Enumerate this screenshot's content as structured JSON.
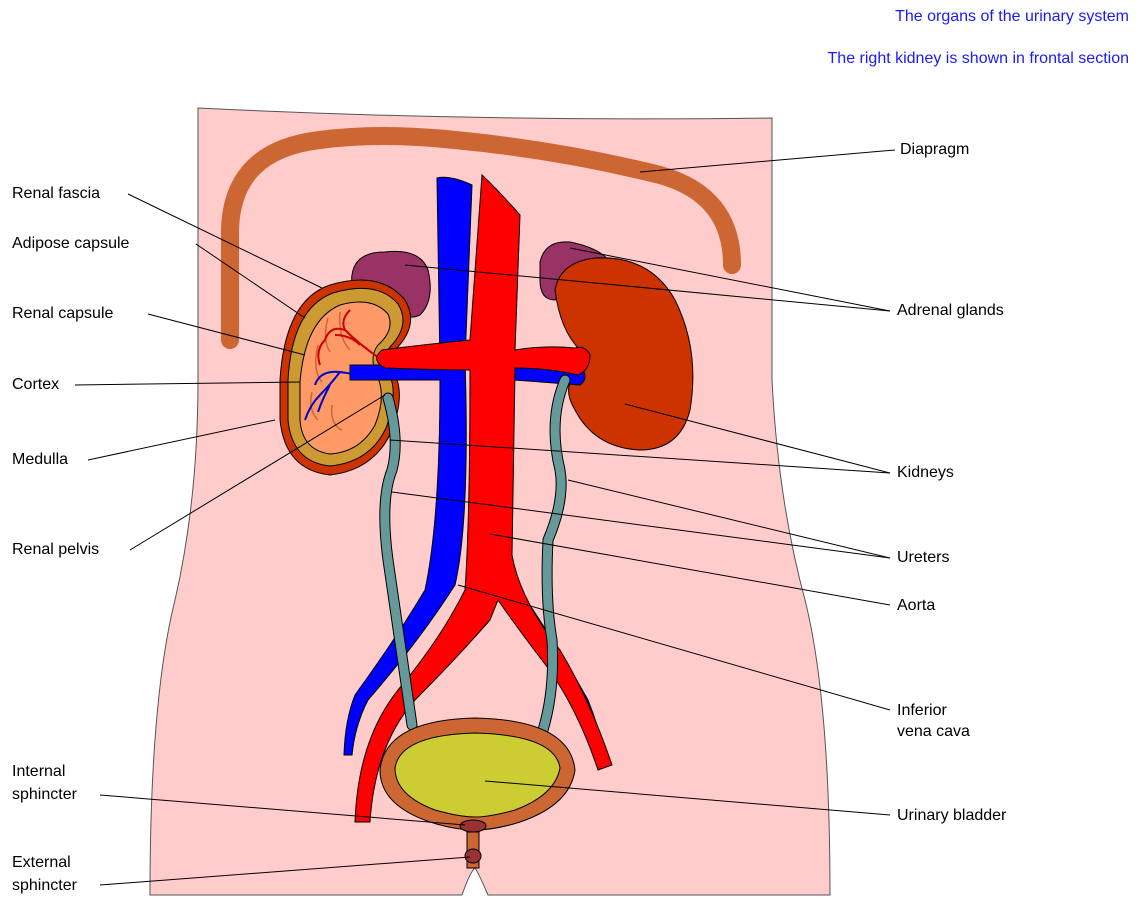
{
  "header": {
    "title": "The organs of the urinary system",
    "subtitle": "The right kidney is shown in frontal section"
  },
  "labels": {
    "left": {
      "renal_fascia": "Renal fascia",
      "adipose_capsule": "Adipose capsule",
      "renal_capsule": "Renal capsule",
      "cortex": "Cortex",
      "medulla": "Medulla",
      "renal_pelvis": "Renal pelvis",
      "internal_sphincter_1": "Internal",
      "internal_sphincter_2": "sphincter",
      "external_sphincter_1": "External",
      "external_sphincter_2": "sphincter"
    },
    "right": {
      "diapragm": "Diapragm",
      "adrenal_glands": "Adrenal glands",
      "kidneys": "Kidneys",
      "ureters": "Ureters",
      "aorta": "Aorta",
      "inferior_vena_cava_1": "Inferior",
      "inferior_vena_cava_2": "vena cava",
      "urinary_bladder": "Urinary bladder"
    }
  },
  "colors": {
    "body": "#ffcccc",
    "diaphragm": "#cc6633",
    "adrenal": "#993366",
    "kidney_left": "#cc3300",
    "kidney_capsule": "#cc9933",
    "kidney_cortex": "#ff9966",
    "aorta": "#ff0000",
    "vena_cava": "#0000ff",
    "ureter": "#669999",
    "bladder_wall": "#cc6633",
    "bladder_inner": "#cccc33",
    "sphincter": "#993333",
    "title": "#1a1aff"
  }
}
